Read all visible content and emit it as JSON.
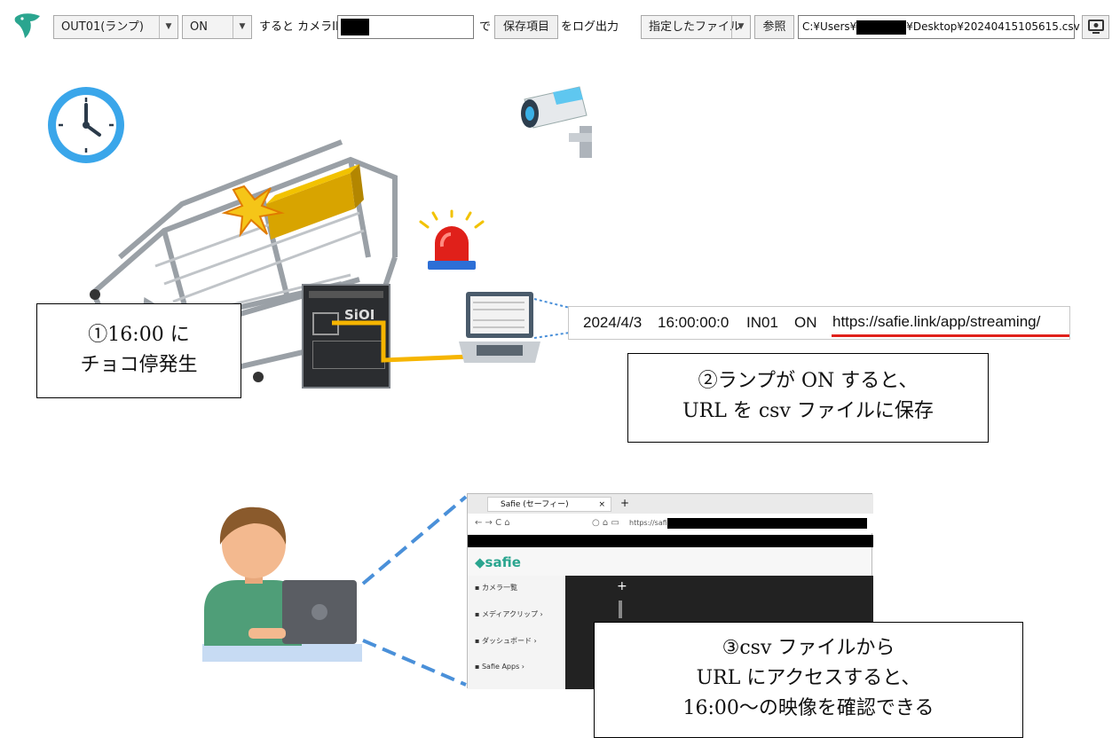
{
  "toolbar": {
    "output_select": "OUT01(ランプ)",
    "state_select": "ON",
    "text_then": "すると カメラID",
    "text_de": "で",
    "save_items_button": "保存項目",
    "text_log": "をログ出力",
    "file_select": "指定したファイル",
    "browse_button": "参照",
    "path_prefix": "C:¥Users¥",
    "path_suffix": "¥Desktop¥20240415105615.csv"
  },
  "callouts": {
    "step1_line1": "①16:00 に",
    "step1_line2": "チョコ停発生",
    "step2_line1": "②ランプが ON すると、",
    "step2_line2": "URL を csv ファイルに保存",
    "step3_line1": "③csv ファイルから",
    "step3_line2": "URL にアクセスすると、",
    "step3_line3": "16:00～の映像を確認できる"
  },
  "csv_row": {
    "date": "2024/4/3",
    "time": "16:00:00:0",
    "input": "IN01",
    "state": "ON",
    "url": "https://safie.link/app/streaming/"
  },
  "browser": {
    "tab_title": "Safie (セーフィー)",
    "address": "https://safie.li",
    "logo": "safie",
    "menu": [
      "カメラ一覧",
      "メディアクリップ",
      "ダッシュボード",
      "Safie Apps"
    ],
    "plus": "+"
  },
  "device_label": "SiOI",
  "colors": {
    "accent_red": "#e0201a",
    "cable": "#f6b500",
    "teal": "#2aa58f",
    "dashed": "#4a90d9"
  },
  "icons": [
    "safie-logo-icon",
    "screen-icon",
    "clock-icon",
    "camera-icon",
    "alarm-lamp-icon",
    "laptop-icon",
    "person-icon"
  ]
}
